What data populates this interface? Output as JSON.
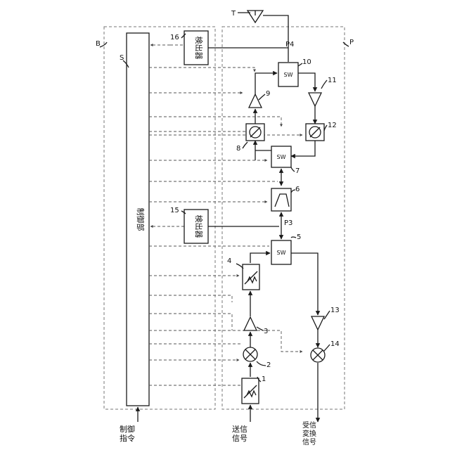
{
  "labels": {
    "control_command": "制御\n指令",
    "transmit_signal": "送信\n信号",
    "receive_converted_signal": "受信\n変換\n信号",
    "control_unit": "制御部",
    "detector": "検出器",
    "switch": "SW"
  },
  "refs": {
    "B": "B",
    "S": "S",
    "P": "P",
    "T": "T",
    "P3": "P3",
    "P4": "P4",
    "n1": "1",
    "n2": "2",
    "n3": "3",
    "n4": "4",
    "n5": "5",
    "n6": "6",
    "n7": "7",
    "n8": "8",
    "n9": "9",
    "n10": "10",
    "n11": "11",
    "n12": "12",
    "n13": "13",
    "n14": "14",
    "n15": "15",
    "n16": "16"
  },
  "colors": {
    "line": "#1a1a1a",
    "dashed": "#555555",
    "background": "#ffffff"
  }
}
